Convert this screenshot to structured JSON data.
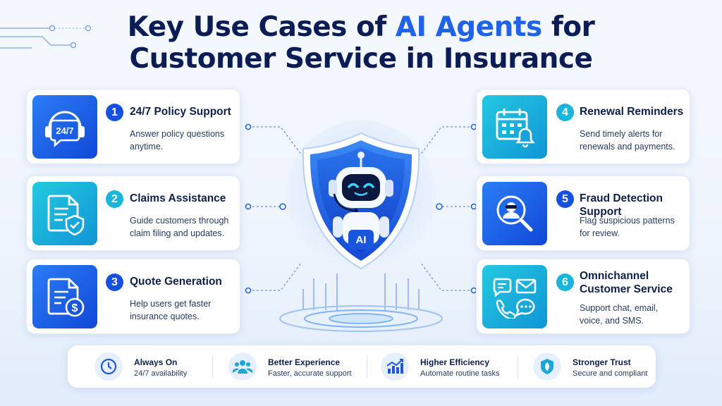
{
  "title": {
    "part1": "Key Use Cases of ",
    "accent": "AI Agents",
    "part2": " for",
    "line2": "Customer Service in Insurance"
  },
  "center": {
    "badge_label": "AI"
  },
  "use_cases": [
    {
      "number": "1",
      "title": "24/7 Policy Support",
      "desc": "Answer policy questions anytime.",
      "icon": "headset-24-7-icon",
      "icon_text": "24/7"
    },
    {
      "number": "2",
      "title": "Claims Assistance",
      "desc": "Guide customers through claim filing and updates.",
      "icon": "claim-document-shield-icon"
    },
    {
      "number": "3",
      "title": "Quote Generation",
      "desc": "Help users get faster insurance quotes.",
      "icon": "quote-document-dollar-icon"
    },
    {
      "number": "4",
      "title": "Renewal Reminders",
      "desc": "Send timely alerts for renewals and payments.",
      "icon": "calendar-bell-icon"
    },
    {
      "number": "5",
      "title": "Fraud Detection Support",
      "desc": "Flag suspicious patterns for review.",
      "icon": "magnifier-masked-figure-icon"
    },
    {
      "number": "6",
      "title": "Omnichannel Customer Service",
      "desc": "Support chat, email, voice, and SMS.",
      "icon": "chat-email-phone-icon"
    }
  ],
  "benefits": [
    {
      "title": "Always On",
      "desc": "24/7 availability",
      "icon": "clock-icon"
    },
    {
      "title": "Better Experience",
      "desc": "Faster, accurate support",
      "icon": "people-icon"
    },
    {
      "title": "Higher Efficiency",
      "desc": "Automate routine tasks",
      "icon": "growth-chart-icon"
    },
    {
      "title": "Stronger Trust",
      "desc": "Secure and compliant",
      "icon": "shield-leaf-icon"
    }
  ],
  "colors": {
    "navy": "#0c1d55",
    "accent_blue": "#1e63e9",
    "tile_blue": "#1650e0",
    "tile_teal": "#19b5dc"
  }
}
